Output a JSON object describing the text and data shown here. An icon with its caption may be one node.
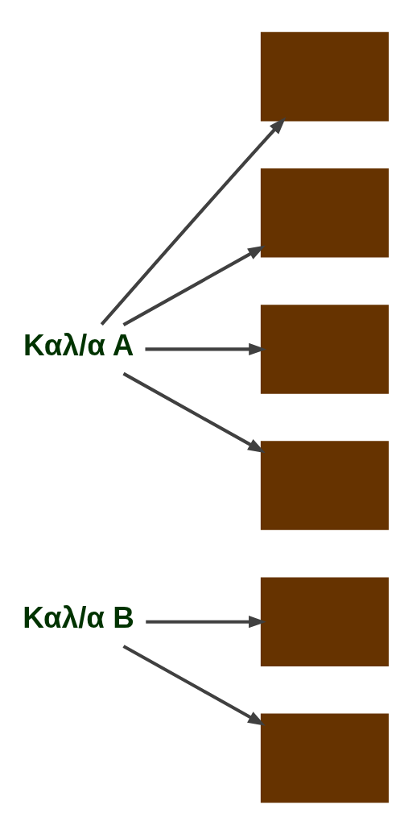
{
  "diagram": {
    "nodes": [
      {
        "text": [
          "Καλ/α Α"
        ]
      },
      {
        "text": [],
        "shape": "box"
      },
      {
        "text": [],
        "shape": "box"
      },
      {
        "text": [],
        "shape": "box"
      },
      {
        "text": [],
        "shape": "box"
      },
      {
        "text": [
          "Καλ/α Β"
        ]
      },
      {
        "text": [],
        "shape": "box"
      },
      {
        "text": [],
        "shape": "box"
      }
    ],
    "edges": [
      {
        "from": 0,
        "to": 1,
        "arrow": "to"
      },
      {
        "from": 0,
        "to": 2,
        "arrow": "to"
      },
      {
        "from": 0,
        "to": 3,
        "arrow": "to"
      },
      {
        "from": 0,
        "to": 4,
        "arrow": "to"
      },
      {
        "from": 5,
        "to": 6,
        "arrow": "to"
      },
      {
        "from": 5,
        "to": 7,
        "arrow": "to"
      }
    ]
  }
}
